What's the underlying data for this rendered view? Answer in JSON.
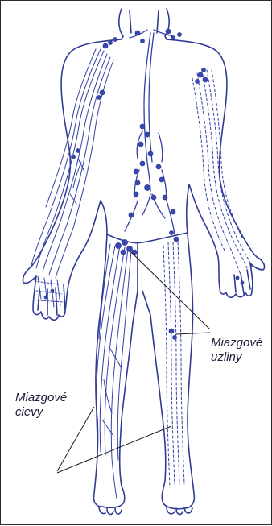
{
  "labels": {
    "nodes": [
      "Miazgové",
      "uzliny"
    ],
    "vessels": [
      "Miazgové",
      "cievy"
    ]
  },
  "colors": {
    "outline": "#2f3a94",
    "vessel": "#3440a6",
    "node_fill": "#3947b0",
    "leader": "#1b1b1b",
    "text": "#1b1b3a",
    "border": "#2a2a2a"
  }
}
